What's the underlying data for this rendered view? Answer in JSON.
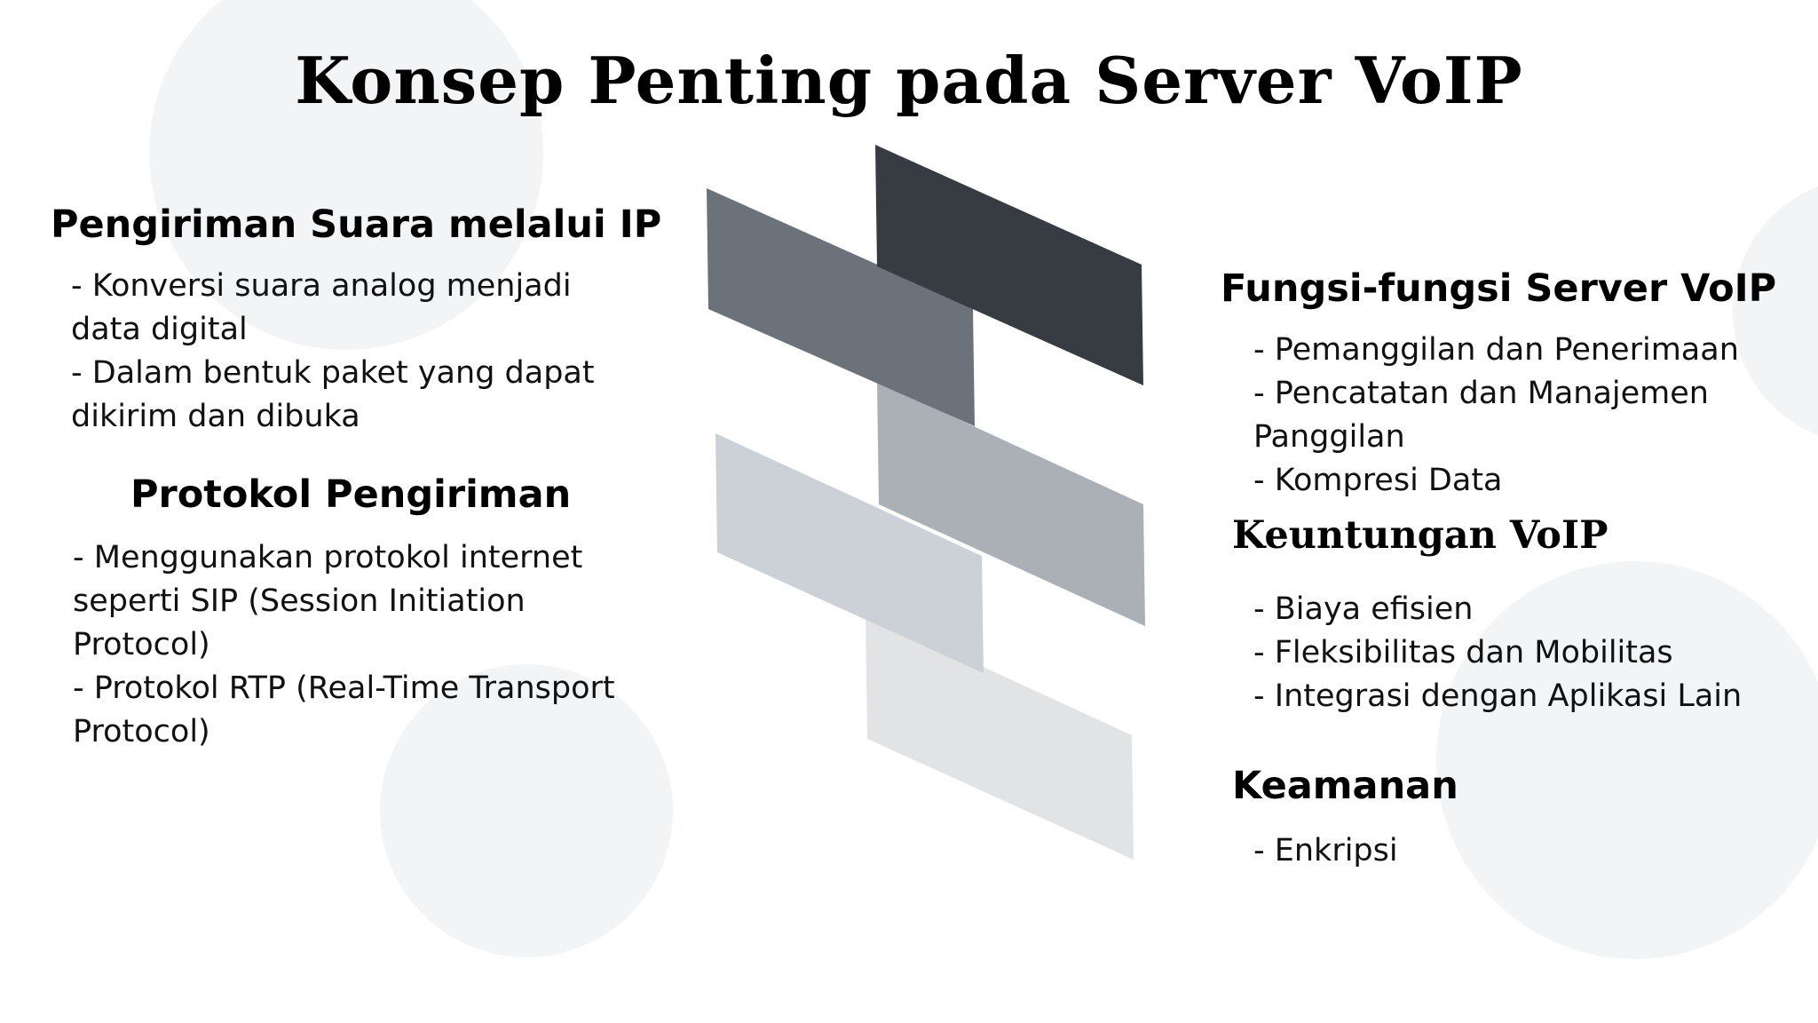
{
  "slide": {
    "title": "Konsep Penting pada Server VoIP"
  },
  "left": {
    "section1": {
      "heading": "Pengiriman Suara melalui IP",
      "lines": [
        "- Konversi suara analog menjadi data digital",
        "- Dalam bentuk paket yang dapat dikirim dan dibuka"
      ]
    },
    "section2": {
      "heading": "Protokol Pengiriman",
      "lines": [
        "- Menggunakan protokol internet seperti SIP (Session Initiation Protocol)",
        "- Protokol RTP (Real-Time Transport Protocol)"
      ]
    }
  },
  "right": {
    "section1": {
      "heading": "Fungsi-fungsi Server VoIP",
      "lines": [
        "- Pemanggilan dan Penerimaan",
        "- Pencatatan dan Manajemen Panggilan",
        "- Kompresi Data"
      ]
    },
    "section2": {
      "heading": "Keuntungan VoIP",
      "lines": [
        "- Biaya efisien",
        "- Fleksibilitas dan Mobilitas",
        "- Integrasi dengan Aplikasi Lain"
      ]
    },
    "section3": {
      "heading": "Keamanan",
      "lines": [
        "- Enkripsi"
      ]
    }
  },
  "colors": {
    "shape_darkest": "#373b42",
    "shape_dark": "#6b7279",
    "shape_mid": "#aab0b6",
    "shape_light": "#ccd1d7",
    "shape_lightest": "#e1e3e5",
    "background_circle": "#f3f4f5"
  }
}
